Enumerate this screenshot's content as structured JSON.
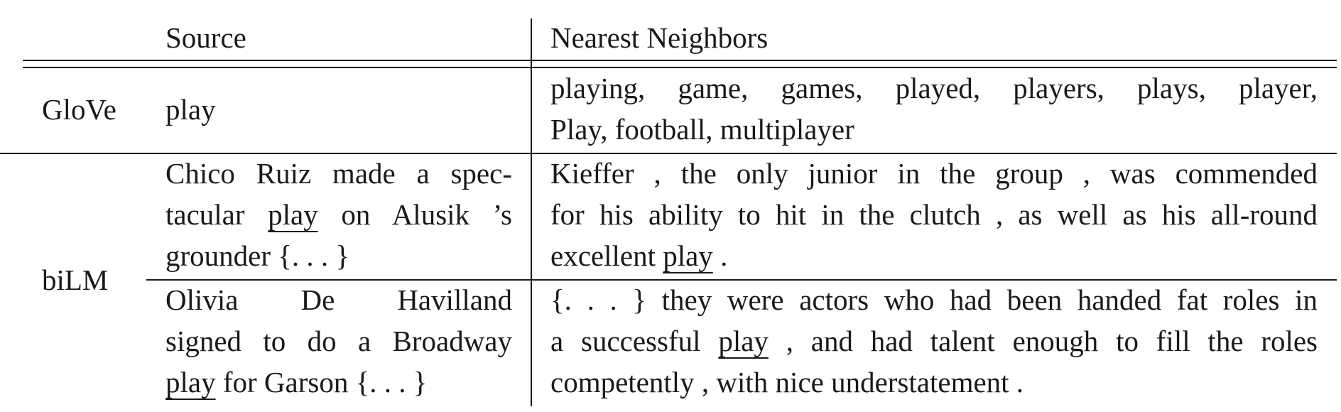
{
  "header": {
    "col_source": "Source",
    "col_neighbors": "Nearest Neighbors"
  },
  "rows": [
    {
      "model": "GloVe",
      "source": [
        {
          "segments": [
            {
              "text": "play"
            }
          ]
        }
      ],
      "neighbors": [
        {
          "segments": [
            {
              "text": "playing, game, games, played, players, plays, player,"
            }
          ]
        },
        {
          "segments": [
            {
              "text": "Play, football, multiplayer"
            }
          ]
        }
      ]
    },
    {
      "model": "biLM",
      "examples": [
        {
          "source": [
            {
              "segments": [
                {
                  "text": "Chico Ruiz made a spec-"
                }
              ]
            },
            {
              "segments": [
                {
                  "text": "tacular "
                },
                {
                  "text": "play",
                  "underline": true
                },
                {
                  "text": " on Alusik ’s"
                }
              ]
            },
            {
              "segments": [
                {
                  "text": "grounder {. . . }"
                }
              ]
            }
          ],
          "neighbors": [
            {
              "segments": [
                {
                  "text": "Kieffer , the only junior in the group , was commended"
                }
              ]
            },
            {
              "segments": [
                {
                  "text": "for his ability to hit in the clutch , as well as his all-round"
                }
              ]
            },
            {
              "segments": [
                {
                  "text": "excellent "
                },
                {
                  "text": "play",
                  "underline": true
                },
                {
                  "text": " ."
                }
              ]
            }
          ]
        },
        {
          "source": [
            {
              "segments": [
                {
                  "text": "Olivia De Havilland"
                }
              ]
            },
            {
              "segments": [
                {
                  "text": "signed to do a Broadway"
                }
              ]
            },
            {
              "segments": [
                {
                  "text": "play",
                  "underline": true
                },
                {
                  "text": " for Garson {. . . }"
                }
              ]
            }
          ],
          "neighbors": [
            {
              "segments": [
                {
                  "text": "{. . . } they were actors who had been handed fat roles in"
                }
              ]
            },
            {
              "segments": [
                {
                  "text": "a successful "
                },
                {
                  "text": "play",
                  "underline": true
                },
                {
                  "text": " , and had talent enough to fill the roles"
                }
              ]
            },
            {
              "segments": [
                {
                  "text": "competently , with nice understatement ."
                }
              ]
            }
          ]
        }
      ]
    }
  ]
}
